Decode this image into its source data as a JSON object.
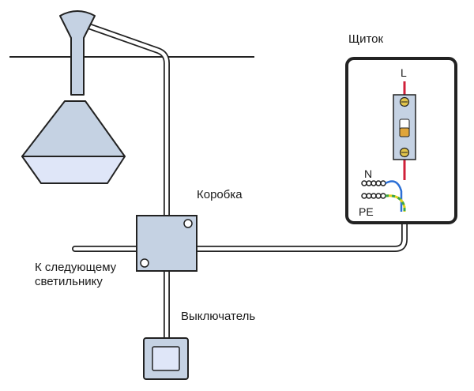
{
  "labels": {
    "panel": "Щиток",
    "junction_box": "Коробка",
    "next_lamp_line1": "К следующему",
    "next_lamp_line2": "светильнику",
    "switch": "Выключатель",
    "phase": "L",
    "neutral": "N",
    "protective_earth": "PE"
  },
  "colors": {
    "phase_wire": "#d0203a",
    "neutral_wire": "#2b6fd6",
    "earth_wire_yellow": "#e5d21a",
    "earth_wire_green": "#3aa64a",
    "device_fill": "#c5d2e3",
    "lamp_glass": "#dfe6f8"
  }
}
